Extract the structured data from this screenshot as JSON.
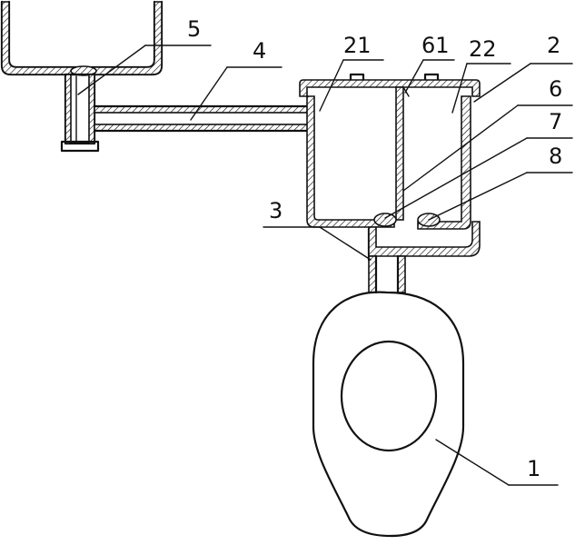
{
  "labels": {
    "l1": "1",
    "l2": "2",
    "l21": "21",
    "l22": "22",
    "l3": "3",
    "l4": "4",
    "l5": "5",
    "l6": "6",
    "l61": "61",
    "l7": "7",
    "l8": "8"
  }
}
